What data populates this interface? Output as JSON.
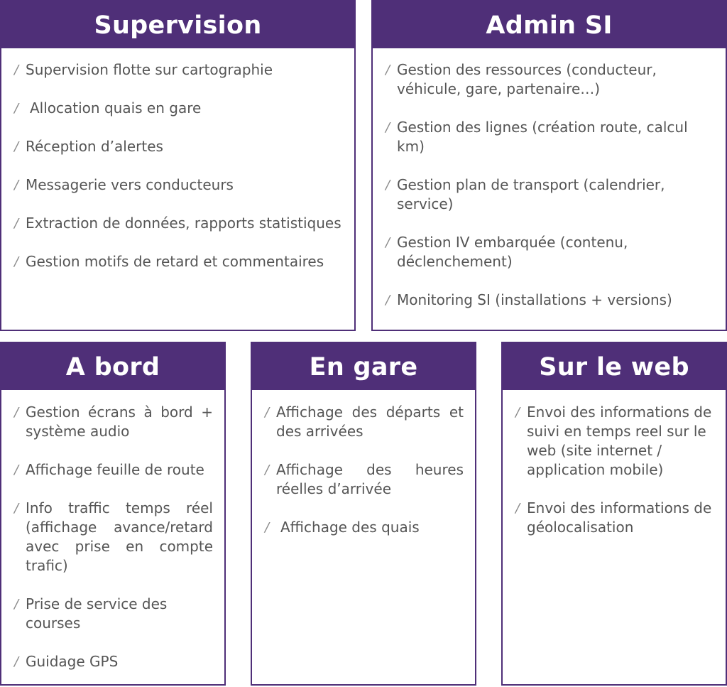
{
  "colors": {
    "accent": "#4f2f78",
    "text": "#555555",
    "bullet": "#8a8a8a"
  },
  "bullet_glyph": "/",
  "panels": {
    "supervision": {
      "title": "Supervision",
      "items": [
        "Supervision flotte sur cartographie",
        "Allocation quais en gare",
        "Réception d’alertes",
        "Messagerie vers conducteurs",
        "Extraction de données, rapports statistiques",
        "Gestion motifs de retard et commentaires"
      ]
    },
    "admin_si": {
      "title": "Admin SI",
      "items": [
        "Gestion des ressources (conducteur, véhicule, gare, partenaire…)",
        "Gestion des lignes (création route, calcul km)",
        "Gestion plan de transport (calendrier, service)",
        "Gestion IV embarquée (contenu, déclenchement)",
        "Monitoring SI (installations + versions)"
      ]
    },
    "a_bord": {
      "title": "A bord",
      "items": [
        "Gestion écrans à bord + système audio",
        "Affichage feuille de route",
        "Info traffic temps réel (affichage avance/retard avec prise en compte trafic)",
        "Prise de service des courses",
        "Guidage GPS"
      ]
    },
    "en_gare": {
      "title": "En gare",
      "items": [
        "Affichage des départs et des arrivées",
        "Affichage des heures réelles d’arrivée",
        "Affichage des quais"
      ]
    },
    "sur_le_web": {
      "title": "Sur le web",
      "items": [
        "Envoi des informations de suivi en temps reel sur le web (site internet / application mobile)",
        "Envoi des informations de géolocalisation"
      ]
    }
  }
}
